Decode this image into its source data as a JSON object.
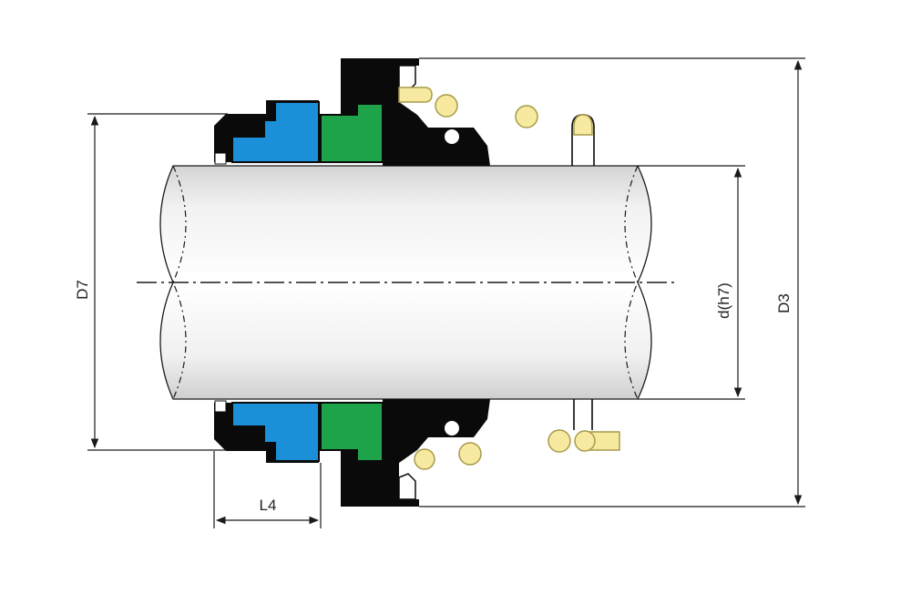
{
  "labels": {
    "d7": "D7",
    "d_h7": "d(h7)",
    "d3": "D3",
    "l4": "L4"
  },
  "colors": {
    "seat_blue": "#1b8fd8",
    "ring_green": "#1fa34a",
    "seal_body": "#0a0a0a",
    "spring_yellow": "#f7e9a0",
    "spring_outline": "#a89b4a",
    "shaft_light": "#fdfdfd",
    "shaft_dark": "#cfcfcf",
    "line": "#1a1a1a"
  }
}
